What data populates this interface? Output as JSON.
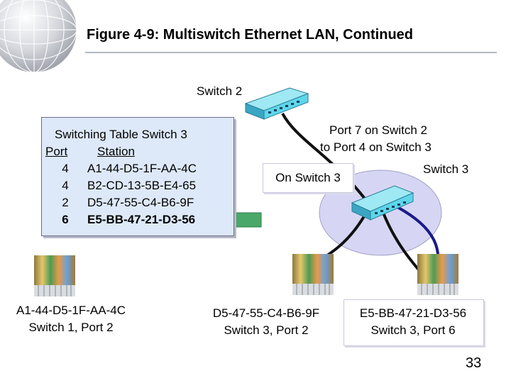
{
  "title": "Figure 4-9: Multiswitch Ethernet LAN, Continued",
  "switch2_label": "Switch 2",
  "switch3_label": "Switch 3",
  "connection_note": [
    "Port 7 on Switch 2",
    "to Port 4 on Switch 3"
  ],
  "on_switch_label": "On Switch 3",
  "switching_table": {
    "title": "Switching Table Switch 3",
    "headers": [
      "Port",
      "Station"
    ],
    "rows": [
      {
        "port": "4",
        "station": "A1-44-D5-1F-AA-4C"
      },
      {
        "port": "4",
        "station": "B2-CD-13-5B-E4-65"
      },
      {
        "port": "2",
        "station": "D5-47-55-C4-B6-9F"
      },
      {
        "port": "6",
        "station": "E5-BB-47-21-D3-56"
      }
    ]
  },
  "stations": [
    {
      "mac": "A1-44-D5-1F-AA-4C",
      "location": "Switch 1, Port 2"
    },
    {
      "mac": "D5-47-55-C4-B6-9F",
      "location": "Switch 3, Port 2"
    },
    {
      "mac": "E5-BB-47-21-D3-56",
      "location": "Switch 3, Port 6"
    }
  ],
  "page_number": "33",
  "colors": {
    "table_bg": "#dde9f8",
    "switch_body": "#5ed6ea",
    "arrow": "#4aa868",
    "ellipse": "#d6d6f4"
  }
}
